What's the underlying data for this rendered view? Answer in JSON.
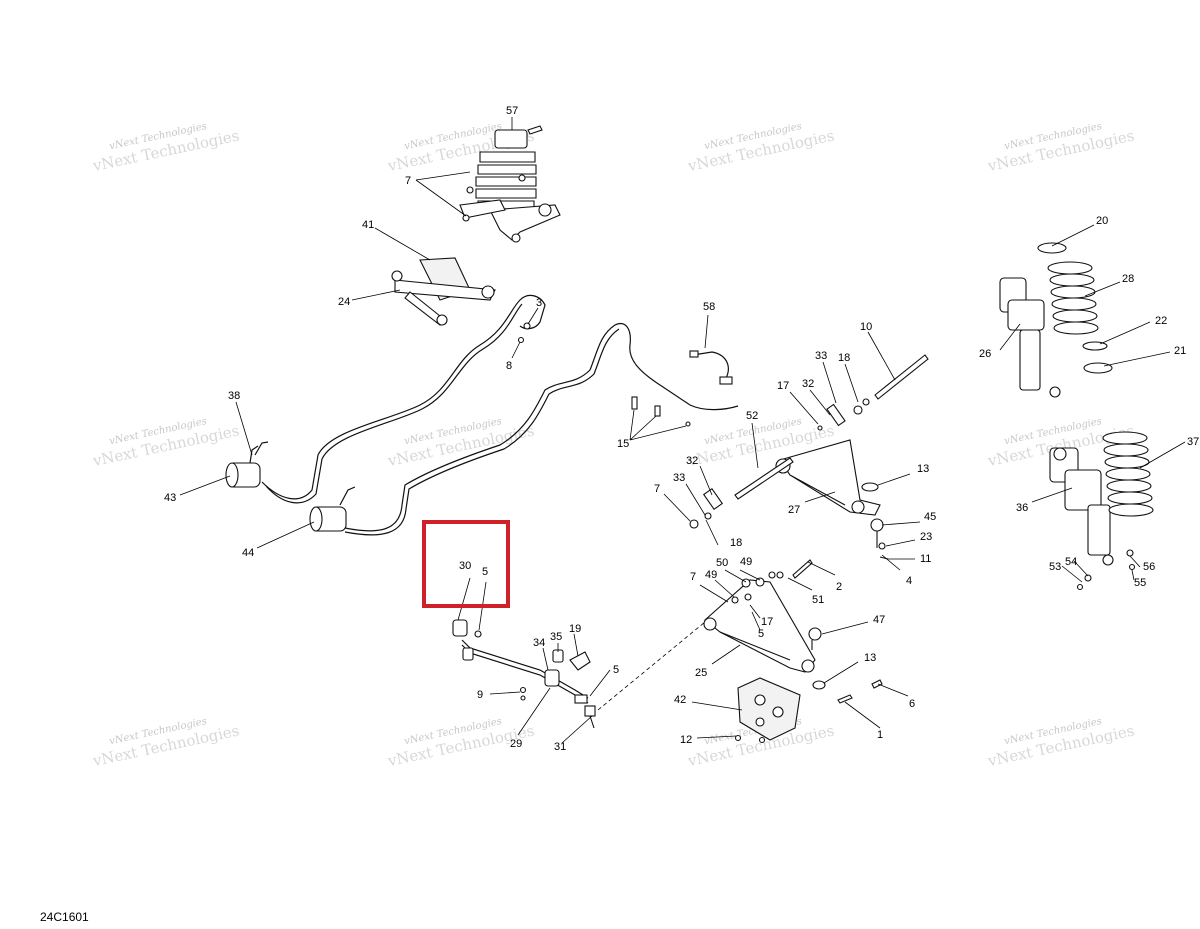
{
  "diagram_code": "24C1601",
  "watermark": {
    "line1": "vNext Technologies",
    "line2": "vNext Technologies"
  },
  "highlight_color": "#d0202a",
  "callouts": {
    "c57": "57",
    "c7a": "7",
    "c41": "41",
    "c24": "24",
    "c3": "3",
    "c8": "8",
    "c38": "38",
    "c43": "43",
    "c44": "44",
    "c58": "58",
    "c15": "15",
    "c10": "10",
    "c33a": "33",
    "c18a": "18",
    "c17a": "17",
    "c32a": "32",
    "c52": "52",
    "c32b": "32",
    "c33b": "33",
    "c7b": "7",
    "c18b": "18",
    "c27": "27",
    "c13a": "13",
    "c45": "45",
    "c23": "23",
    "c11": "11",
    "c4": "4",
    "c30": "30",
    "c5a": "5",
    "c50": "50",
    "c49a": "49",
    "c7c": "7",
    "c49b": "49",
    "c2": "2",
    "c51": "51",
    "c17b": "17",
    "c5b": "5",
    "c47": "47",
    "c25": "25",
    "c13b": "13",
    "c6": "6",
    "c42": "42",
    "c12": "12",
    "c1": "1",
    "c34": "34",
    "c35": "35",
    "c19": "19",
    "c5c": "5",
    "c9": "9",
    "c29": "29",
    "c31": "31",
    "c20": "20",
    "c28": "28",
    "c22": "22",
    "c26": "26",
    "c21": "21",
    "c37": "37",
    "c36": "36",
    "c53": "53",
    "c54": "54",
    "c56": "56",
    "c55": "55"
  }
}
